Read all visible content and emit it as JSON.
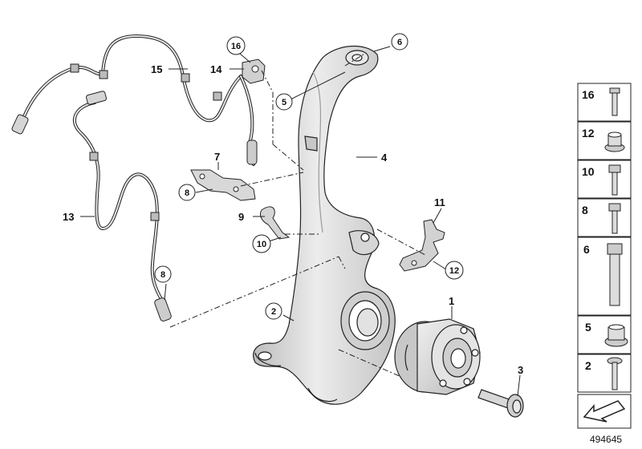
{
  "callouts": {
    "c1": "1",
    "c2": "2",
    "c3": "3",
    "c4": "4",
    "c5": "5",
    "c6": "6",
    "c7": "7",
    "c8a": "8",
    "c8b": "8",
    "c9": "9",
    "c10": "10",
    "c11": "11",
    "c12": "12",
    "c13": "13",
    "c14": "14",
    "c15": "15",
    "c16": "16"
  },
  "legend": [
    "16",
    "12",
    "10",
    "8",
    "6",
    "5",
    "2"
  ],
  "document_id": "494645",
  "colors": {
    "line": "#222222",
    "part_fill": "#d9d9d9",
    "part_dark": "#b5b5b5"
  },
  "icons": [
    "arrow-stamp-icon"
  ]
}
